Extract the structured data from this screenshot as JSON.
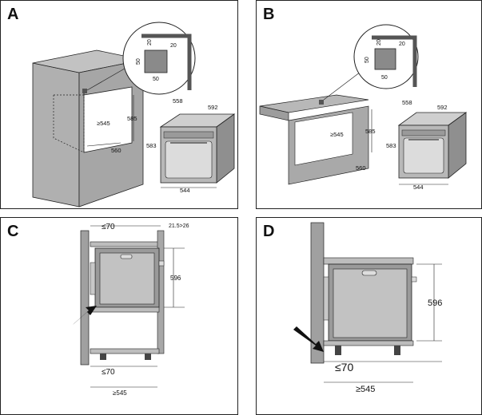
{
  "panels": {
    "A": {
      "label": "A",
      "dims": {
        "d20a": "20",
        "d20b": "20",
        "d50a": "50",
        "d50b": "50",
        "w558": "558",
        "w592": "592",
        "h585": "585",
        "n545": "≥545",
        "n560": "560",
        "h583": "583",
        "w544": "544"
      }
    },
    "B": {
      "label": "B",
      "dims": {
        "d20a": "20",
        "d20b": "20",
        "d50a": "50",
        "d50b": "50",
        "w558": "558",
        "w592": "592",
        "h585": "585",
        "n545": "≥545",
        "n560": "560",
        "h583": "583",
        "w544": "544"
      }
    },
    "C": {
      "label": "C",
      "dims": {
        "top70": "≤70",
        "gap": "21.5>26",
        "h596": "596",
        "bot70": "≤70",
        "n545": "≥545"
      }
    },
    "D": {
      "label": "D",
      "dims": {
        "h596": "596",
        "bot70": "≤70",
        "n545": "≥545"
      }
    }
  },
  "colors": {
    "cabinet": "#b3b3b3",
    "oven": "#9a9a9a",
    "door": "#c4c4c4",
    "line": "#222222",
    "counter": "#a8a8a8"
  }
}
